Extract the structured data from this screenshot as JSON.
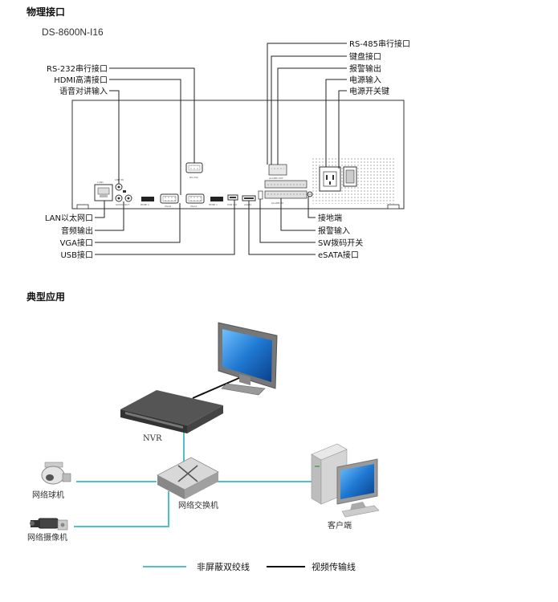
{
  "section1": {
    "title": "物理接口",
    "model": "DS-8600N-I16",
    "left_labels": [
      "RS-232串行接口",
      "HDMI高清接口",
      "语音对讲输入"
    ],
    "right_top_labels": [
      "RS-485串行接口",
      "键盘接口",
      "报警输出",
      "电源输入",
      "电源开关键"
    ],
    "bottom_left_labels": [
      "LAN以太网口",
      "音频输出",
      "VGA接口",
      "USB接口"
    ],
    "bottom_right_labels": [
      "接地端",
      "报警输入",
      "SW拨码开关",
      "eSATA接口"
    ],
    "panel_text": [
      "LAN1",
      "LINE IN",
      "AUDIO OUT",
      "HDMI 2",
      "VGA2",
      "VGA1",
      "HDMI 1",
      "RS-232",
      "USB 3.0",
      "eSATA",
      "ALARM OUT",
      "ALARM IN"
    ]
  },
  "section2": {
    "title": "典型应用",
    "nodes": {
      "nvr": "NVR",
      "dome": "网络球机",
      "camera": "网络摄像机",
      "switch": "网络交换机",
      "client": "客户端"
    },
    "legend": {
      "cable": "非屏蔽双绞线",
      "video": "视频传输线"
    },
    "colors": {
      "cable": "#4ec2c4",
      "video": "#111111",
      "screen": "#1f78d1"
    }
  }
}
